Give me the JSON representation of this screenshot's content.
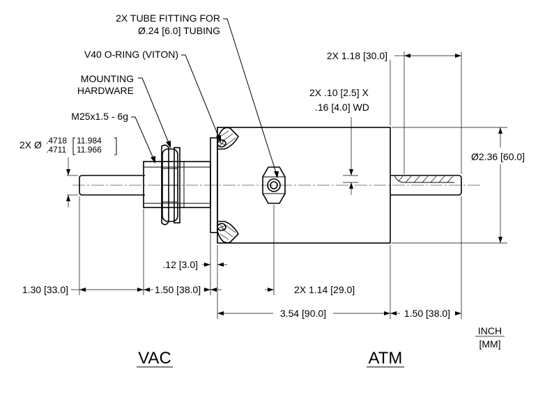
{
  "labels": {
    "tube_fitting_line1": "2X TUBE FITTING FOR",
    "tube_fitting_line2": "Ø.24 [6.0] TUBING",
    "oring": "V40 O-RING (VITON)",
    "mounting_line1": "MOUNTING",
    "mounting_line2": "HARDWARE",
    "thread": "M25x1.5 - 6g",
    "shaft_dia_prefix": "2X Ø",
    "shaft_dia_upper_in": ".4718",
    "shaft_dia_lower_in": ".4711",
    "shaft_dia_upper_mm": "11.984",
    "shaft_dia_lower_mm": "11.966",
    "flat_length": "2X 1.18 [30.0]",
    "flat_size_line1": "2X .10 [2.5] X",
    "flat_size_line2": ".16 [4.0] WD",
    "body_diameter": "Ø2.36 [60.0]",
    "flange_thickness": ".12 [3.0]",
    "vac_shaft_length": "1.30 [33.0]",
    "vac_hub_length": "1.50 [38.0]",
    "fitting_position": "2X 1.14 [29.0]",
    "body_length": "3.54 [90.0]",
    "atm_shaft_length": "1.50 [38.0]",
    "units_top": "INCH",
    "units_bottom": "[MM]",
    "vac": "VAC",
    "atm": "ATM"
  }
}
